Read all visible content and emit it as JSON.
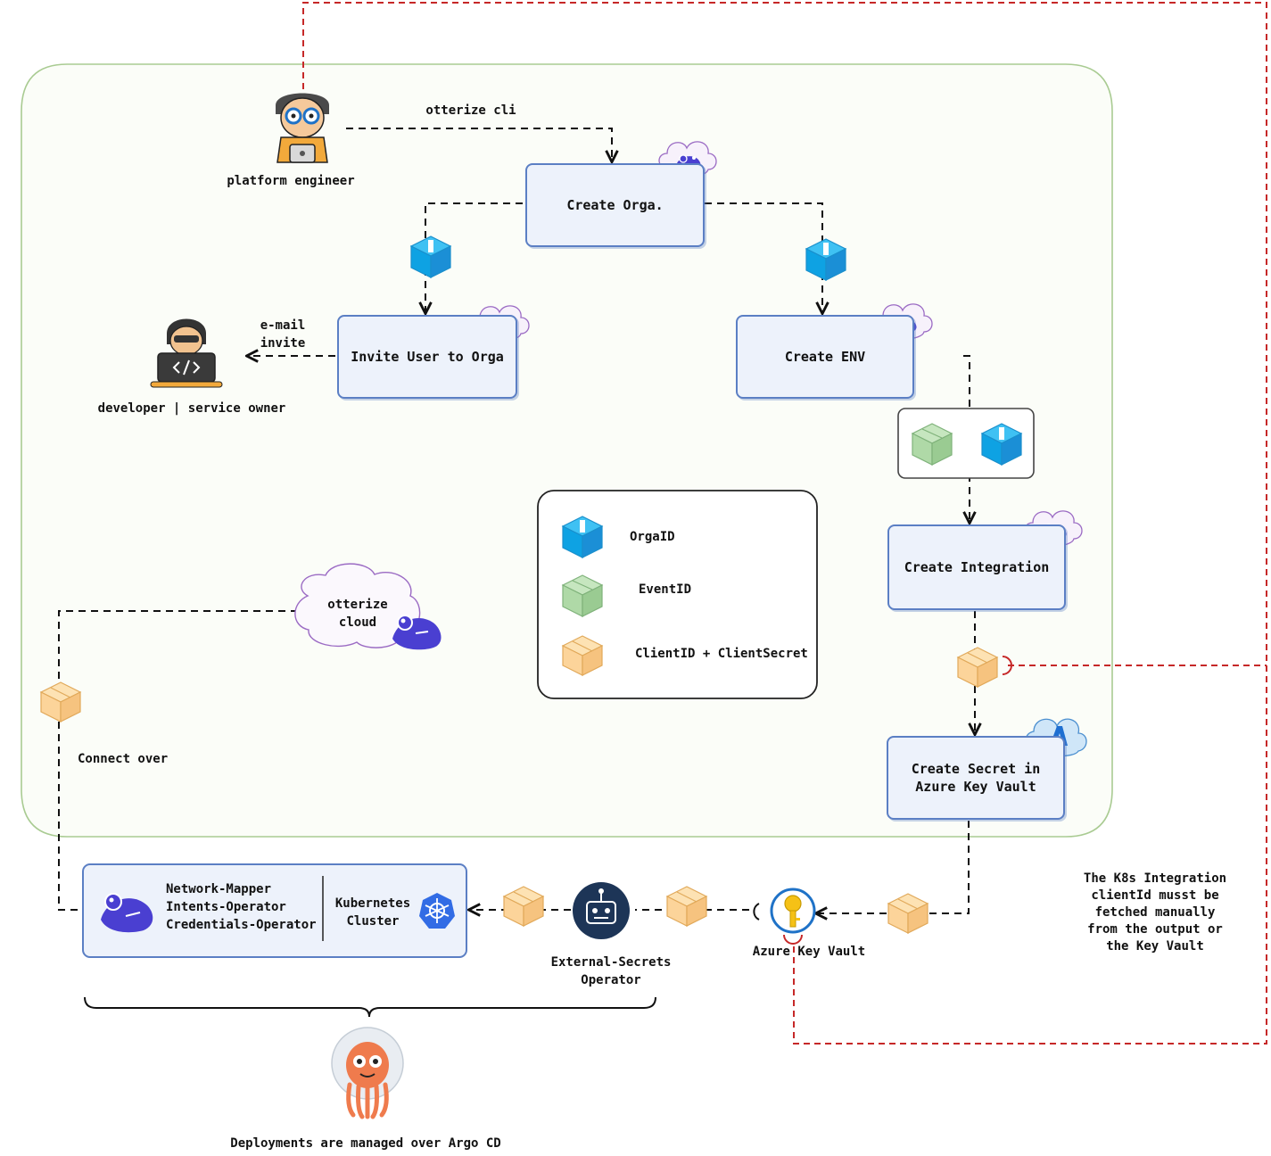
{
  "platform": {
    "actor_label": "platform engineer",
    "cli_label": "otterize cli"
  },
  "developer": {
    "actor_label": "developer | service owner",
    "email_label": "e-mail\ninvite"
  },
  "steps": {
    "create_orga": "Create Orga.",
    "invite_user": "Invite User to Orga",
    "create_env": "Create ENV",
    "create_integration": "Create Integration",
    "create_secret": "Create Secret in\nAzure Key Vault"
  },
  "legend": {
    "items": [
      {
        "icon": "blue-cube-icon",
        "label": "OrgaID",
        "color": "#1ea7e8"
      },
      {
        "icon": "green-cube-icon",
        "label": "EventID",
        "color": "#a9d5a1"
      },
      {
        "icon": "orange-box-icon",
        "label": "ClientID + ClientSecret",
        "color": "#fcd7a1"
      }
    ]
  },
  "cloud": {
    "label": "otterize\ncloud"
  },
  "connect_label": "Connect over",
  "cluster": {
    "components": "Network-Mapper\nIntents-Operator\nCredentials-Operator",
    "cluster_label": "Kubernetes\nCluster"
  },
  "eso_label": "External-Secrets\nOperator",
  "key_vault_label": "Azure Key Vault",
  "note": "The K8s Integration\nclientId musst be\nfetched manually\nfrom the output or\nthe Key Vault",
  "argo_label": "Deployments are managed over Argo CD",
  "colors": {
    "dashed_red": "#c62828",
    "box_border": "#5b7fc4",
    "otter": "#4a3fd1",
    "argo": "#ef7b4d"
  }
}
